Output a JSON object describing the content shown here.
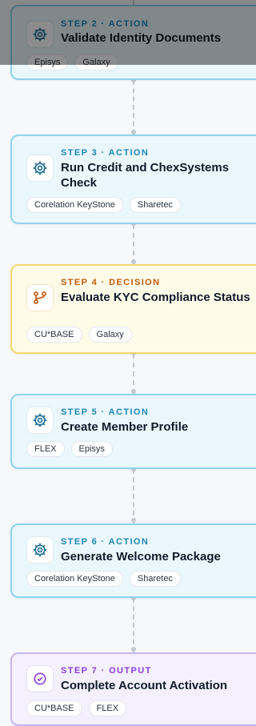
{
  "colors": {
    "action_border": "#8fd3ee",
    "action_bg": "#eaf7fd",
    "action_accent": "#1e86b8",
    "decision_border": "#f5d66d",
    "decision_bg": "#fffbe9",
    "decision_accent": "#c25a0e",
    "output_border": "#c7b5f3",
    "output_bg": "#f4f0fe",
    "output_accent": "#8a3ee0"
  },
  "steps": [
    {
      "label": "STEP 2 · ACTION",
      "title": "Validate Identity Documents",
      "icon": "gear-icon",
      "tags": [
        "Episys",
        "Galaxy"
      ]
    },
    {
      "label": "STEP 3 · ACTION",
      "title": "Run Credit and ChexSystems Check",
      "icon": "gear-icon",
      "tags": [
        "Corelation KeyStone",
        "Sharetec"
      ]
    },
    {
      "label": "STEP 4 · DECISION",
      "title": "Evaluate KYC Compliance Status",
      "icon": "branch-icon",
      "tags": [
        "CU*BASE",
        "Galaxy"
      ]
    },
    {
      "label": "STEP 5 · ACTION",
      "title": "Create Member Profile",
      "icon": "gear-icon",
      "tags": [
        "FLEX",
        "Episys"
      ]
    },
    {
      "label": "STEP 6 · ACTION",
      "title": "Generate Welcome Package",
      "icon": "gear-icon",
      "tags": [
        "Corelation KeyStone",
        "Sharetec"
      ]
    },
    {
      "label": "STEP 7 · OUTPUT",
      "title": "Complete Account Activation",
      "icon": "check-circle-icon",
      "tags": [
        "CU*BASE",
        "FLEX"
      ]
    }
  ]
}
